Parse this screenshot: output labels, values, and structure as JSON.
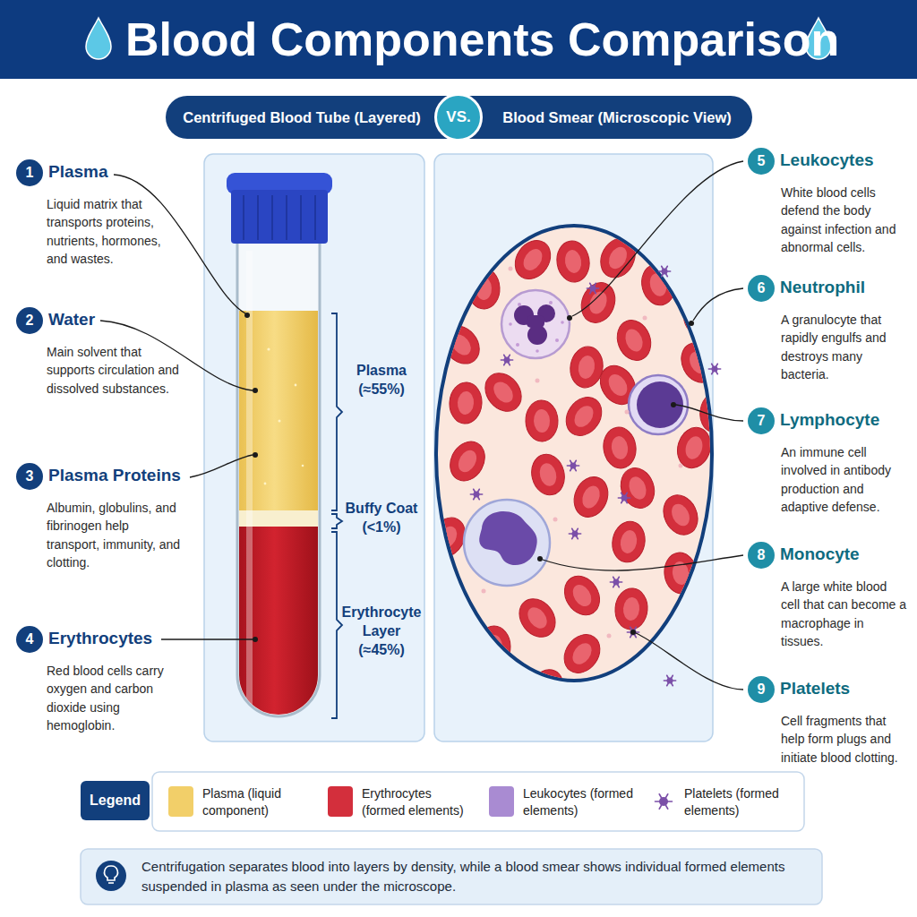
{
  "diagram": {
    "title": "Blood Components Comparison",
    "caption": "Centrifugation separates blood into layers by density, while a blood smear shows individual formed elements suspended in plasma as seen under the microscope.",
    "nodes": [
      {
        "text": [
          "Centrifuged Blood Tube (Layered)",
          "Blood Smear (Microscopic View)"
        ]
      },
      {
        "text": [
          "VS."
        ],
        "in": 0
      },
      {
        "text": [
          "1",
          "Plasma",
          "Liquid matrix that transports proteins, nutrients, hormones, and wastes."
        ]
      },
      {
        "text": [
          "2",
          "Water",
          "Main solvent that supports circulation and dissolved substances."
        ]
      },
      {
        "text": [
          "3",
          "Plasma Proteins",
          "Albumin, globulins, and fibrinogen help transport, immunity, and clotting."
        ]
      },
      {
        "text": [
          "4",
          "Erythrocytes",
          "Red blood cells carry oxygen and carbon dioxide using hemoglobin."
        ]
      },
      {
        "text": [
          "5",
          "Leukocytes",
          "White blood cells defend the body against infection and abnormal cells."
        ]
      },
      {
        "text": [
          "6",
          "Neutrophil",
          "A granulocyte that rapidly engulfs and destroys many bacteria."
        ]
      },
      {
        "text": [
          "7",
          "Lymphocyte",
          "An immune cell involved in antibody production and adaptive defense."
        ]
      },
      {
        "text": [
          "8",
          "Monocyte",
          "A large white blood cell that can become a macrophage in tissues."
        ]
      },
      {
        "text": [
          "9",
          "Platelets",
          "Cell fragments that help form plugs and initiate blood clotting."
        ]
      },
      {
        "text": [
          "Legend"
        ]
      }
    ],
    "labels": [
      "Plasma (≈55%)",
      "Buffy Coat (<1%)",
      "Erythrocyte Layer (≈45%)"
    ],
    "legend": [
      {
        "text": "Plasma (liquid component)",
        "color": "#f2cf69"
      },
      {
        "text": "Erythrocytes (formed elements)",
        "color": "#d32f3c"
      },
      {
        "text": "Leukocytes (formed elements)",
        "color": "#a98bd2"
      },
      {
        "text": "Platelets (formed elements)"
      }
    ]
  }
}
